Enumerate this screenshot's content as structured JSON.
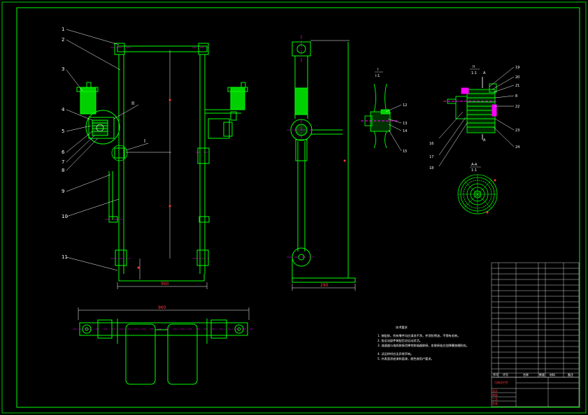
{
  "drawing": {
    "colors": {
      "background": "#000000",
      "outline": "#00ff00",
      "leader": "#ffffff",
      "dimension": "#ff3b3b",
      "center_line": "#ff00ff",
      "hatch": "#00ff00"
    },
    "part_callouts": [
      "1",
      "2",
      "3",
      "4",
      "5",
      "6",
      "7",
      "8",
      "9",
      "10",
      "11"
    ],
    "detail_callouts": [
      "II",
      "I"
    ],
    "section_a": {
      "title_top": "I",
      "title_bottom": "I:1"
    },
    "section_b": {
      "title_top": "II",
      "title_bottom": "1:1",
      "arrow_label": "A"
    },
    "section_c": {
      "title_top": "A-A",
      "title_bottom": "1:1"
    },
    "section_a_callouts": [
      "12",
      "13",
      "14",
      "15"
    ],
    "section_b_callouts": [
      "19",
      "20",
      "21",
      "8",
      "22",
      "23",
      "24",
      "16",
      "17",
      "18"
    ],
    "dimension_labels": {
      "front_width": "960",
      "side_base": "290",
      "plan_width": "960"
    },
    "technical_notes": {
      "title": "技术要求",
      "items": [
        "1. 装配前，所有零件均应清洗干净，并涂防锈油，不得有毛刺。",
        "2. 各运动部件装配后应运动灵活。",
        "3. 减速器与电机联接用弹性联轴器联接，各联接处应加弹簧垫圈防松。",
        "4. 试运转时应无异常声响。",
        "5. 外表面涂底漆和面漆，颜色按用户要求。"
      ]
    },
    "bom_header": [
      "序号",
      "代号",
      "名称",
      "数量",
      "材料",
      "备注"
    ],
    "title_block": {
      "drawing_name": "可调式栏杆",
      "row_labels": [
        "设计",
        "审核",
        "工艺",
        "批准"
      ]
    }
  }
}
